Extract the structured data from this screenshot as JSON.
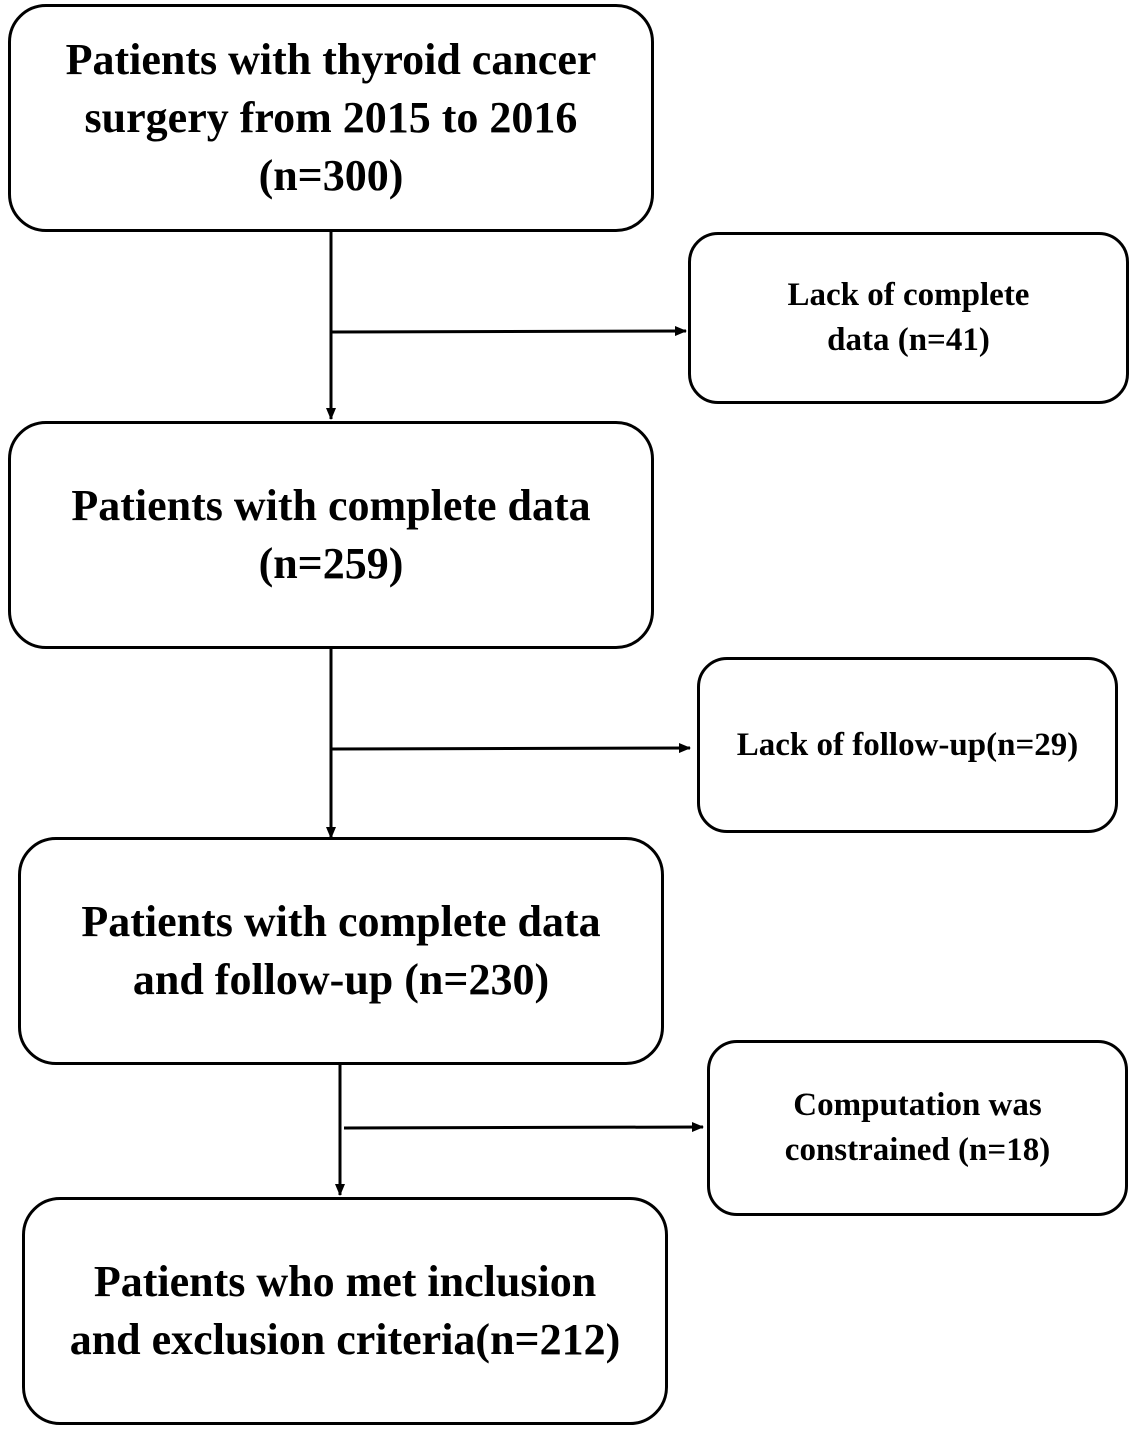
{
  "flowchart": {
    "steps": [
      {
        "text": "Patients with thyroid cancer\nsurgery from 2015 to 2016\n(n=300)"
      },
      {
        "text": "Patients with complete data\n(n=259)"
      },
      {
        "text": "Patients with complete data\nand follow-up (n=230)"
      },
      {
        "text": "Patients who met inclusion\nand exclusion criteria(n=212)"
      }
    ],
    "exclusions": [
      {
        "text": "Lack of complete\ndata (n=41)"
      },
      {
        "text": "Lack of follow-up(n=29)"
      },
      {
        "text": "Computation was\nconstrained (n=18)"
      }
    ]
  }
}
